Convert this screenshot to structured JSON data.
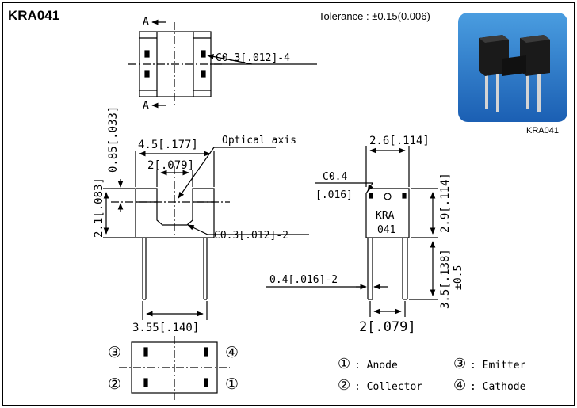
{
  "title": "KRA041",
  "tolerance": "Tolerance : ±0.15(0.006)",
  "photo": {
    "caption": "KRA041",
    "colors": {
      "bg_top": "#4a9de0",
      "bg_bottom": "#1b5fb3",
      "body": "#1a1a1a",
      "pins": "#d4d4d4"
    }
  },
  "top_view": {
    "section_a_top": "A",
    "section_a_bottom": "A",
    "chamfer": "C0.3[.012]-4"
  },
  "front_view": {
    "height_085": "0.85[.033]",
    "width_45": "4.5[.177]",
    "optical_axis": "Optical axis",
    "slot_2": "2[.079]",
    "height_21": "2.1[.083]",
    "chamfer": "C0.3[.012]-2",
    "pin_pitch": "3.55[.140]"
  },
  "side_view": {
    "width_26": "2.6[.114]",
    "chamfer_c04": "C0.4",
    "chamfer_016": "[.016]",
    "marking_line1": "KRA",
    "marking_line2": "041",
    "height_29": "2.9[.114]",
    "pin_width": "0.4[.016]-2",
    "pin_length": "3.5[.138]",
    "pin_tol": "±0.5",
    "pin_pitch": "2[.079]"
  },
  "footprint": {
    "pin_numbers": [
      "③",
      "④",
      "②",
      "①"
    ]
  },
  "legend": [
    {
      "num": "①",
      "label": ": Anode"
    },
    {
      "num": "③",
      "label": ": Emitter"
    },
    {
      "num": "②",
      "label": ": Collector"
    },
    {
      "num": "④",
      "label": ": Cathode"
    }
  ]
}
